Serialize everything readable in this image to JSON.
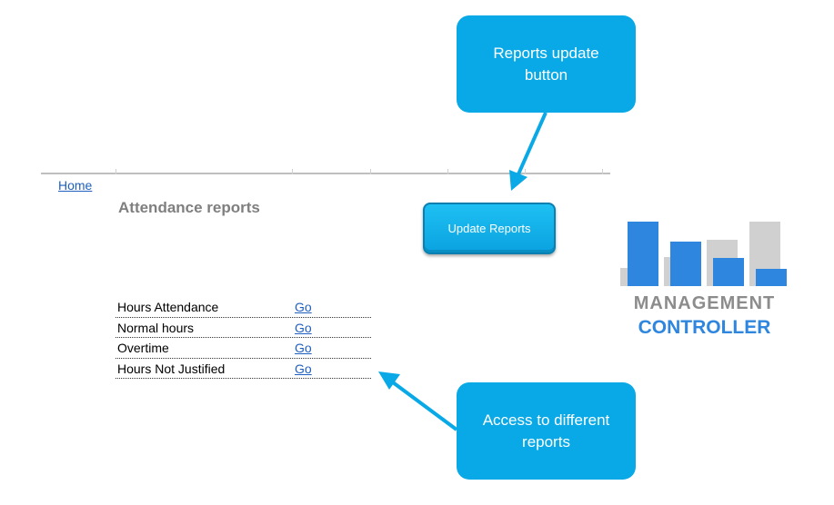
{
  "nav": {
    "home_label": "Home"
  },
  "page": {
    "title": "Attendance reports"
  },
  "toolbar": {
    "update_label": "Update Reports"
  },
  "reports": [
    {
      "label": "Hours Attendance",
      "link": "Go"
    },
    {
      "label": "Normal hours",
      "link": "Go"
    },
    {
      "label": "Overtime",
      "link": "Go"
    },
    {
      "label": "Hours Not Justified",
      "link": "Go"
    }
  ],
  "callouts": {
    "top": [
      "Reports update",
      "button"
    ],
    "bottom": [
      "Access to different",
      "reports"
    ]
  },
  "logo": {
    "line1": "MANAGEMENT",
    "line2": "CONTROLLER"
  },
  "colors": {
    "callout": "#08a9e6",
    "link": "#1f5fbf",
    "logo_blue": "#2e86de",
    "logo_gray": "#8c8c8c"
  }
}
